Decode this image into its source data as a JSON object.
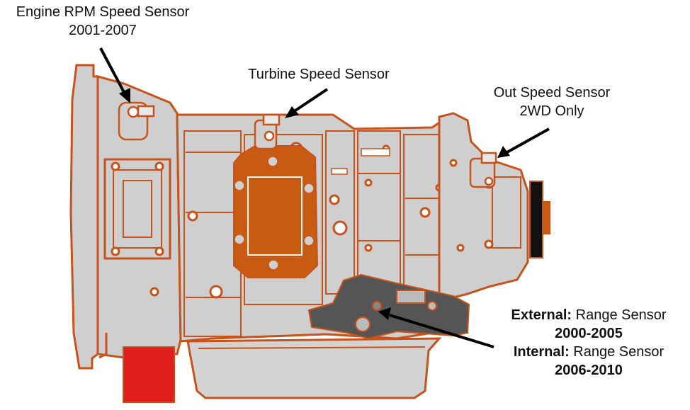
{
  "labels": {
    "engine_rpm": {
      "line1": "Engine RPM Speed Sensor",
      "line2": "2001-2007"
    },
    "turbine": {
      "line1": "Turbine Speed Sensor"
    },
    "out_speed": {
      "line1": "Out Speed Sensor",
      "line2": "2WD Only"
    },
    "range": {
      "external_prefix": "External:",
      "external_text": " Range Sensor",
      "external_years": "2000-2005",
      "internal_prefix": "Internal:",
      "internal_text": " Range Sensor",
      "internal_years": "2006-2010"
    }
  },
  "colors": {
    "outline": "#c8521a",
    "body_fill": "#cfcfcf",
    "plate": "#c85a12",
    "sensor_dark": "#555555",
    "filter_red": "#e01e1e",
    "arrow": "#000000",
    "flange_black": "#111111"
  }
}
